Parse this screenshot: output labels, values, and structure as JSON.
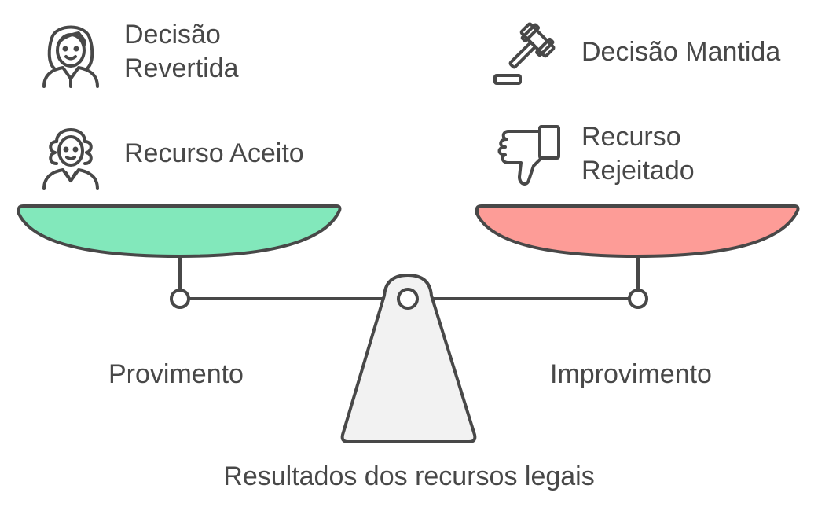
{
  "left": {
    "label": "Provimento",
    "color": "#82e8bb",
    "items": [
      {
        "icon": "female-judge-icon",
        "line1": "Decisão",
        "line2": "Revertida"
      },
      {
        "icon": "judge-wig-icon",
        "line1": "Recurso Aceito",
        "line2": ""
      }
    ]
  },
  "right": {
    "label": "Improvimento",
    "color": "#fd9c97",
    "items": [
      {
        "icon": "gavel-icon",
        "line1": "Decisão Mantida",
        "line2": ""
      },
      {
        "icon": "thumbs-down-icon",
        "line1": "Recurso",
        "line2": "Rejeitado"
      }
    ]
  },
  "caption": "Resultados dos recursos legais",
  "colors": {
    "line": "#484848",
    "base_fill": "#f2f2f2"
  }
}
